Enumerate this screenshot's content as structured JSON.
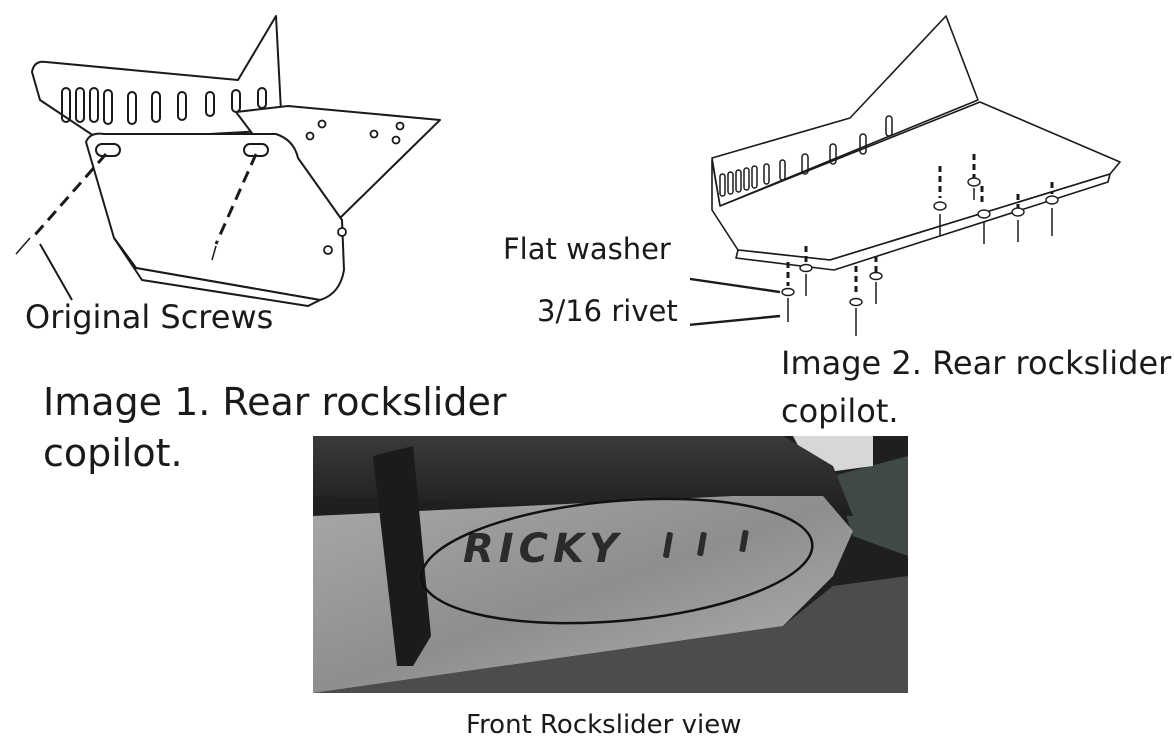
{
  "labels": {
    "original_screws": "Original Screws",
    "flat_washer": "Flat washer",
    "rivet": "3/16 rivet",
    "photo_logo": "RICKY"
  },
  "captions": {
    "image1_line1": "Image 1. Rear rockslider",
    "image1_line2": "copilot.",
    "image2_line1": "Image 2. Rear rockslider",
    "image2_line2": "copilot.",
    "front_view": "Front Rockslider view"
  },
  "colors": {
    "line": "#1a1a1a",
    "plate_fill": "#ffffff",
    "photo_dark": "#2b2b2b",
    "photo_plate": "#9a9a9a"
  }
}
